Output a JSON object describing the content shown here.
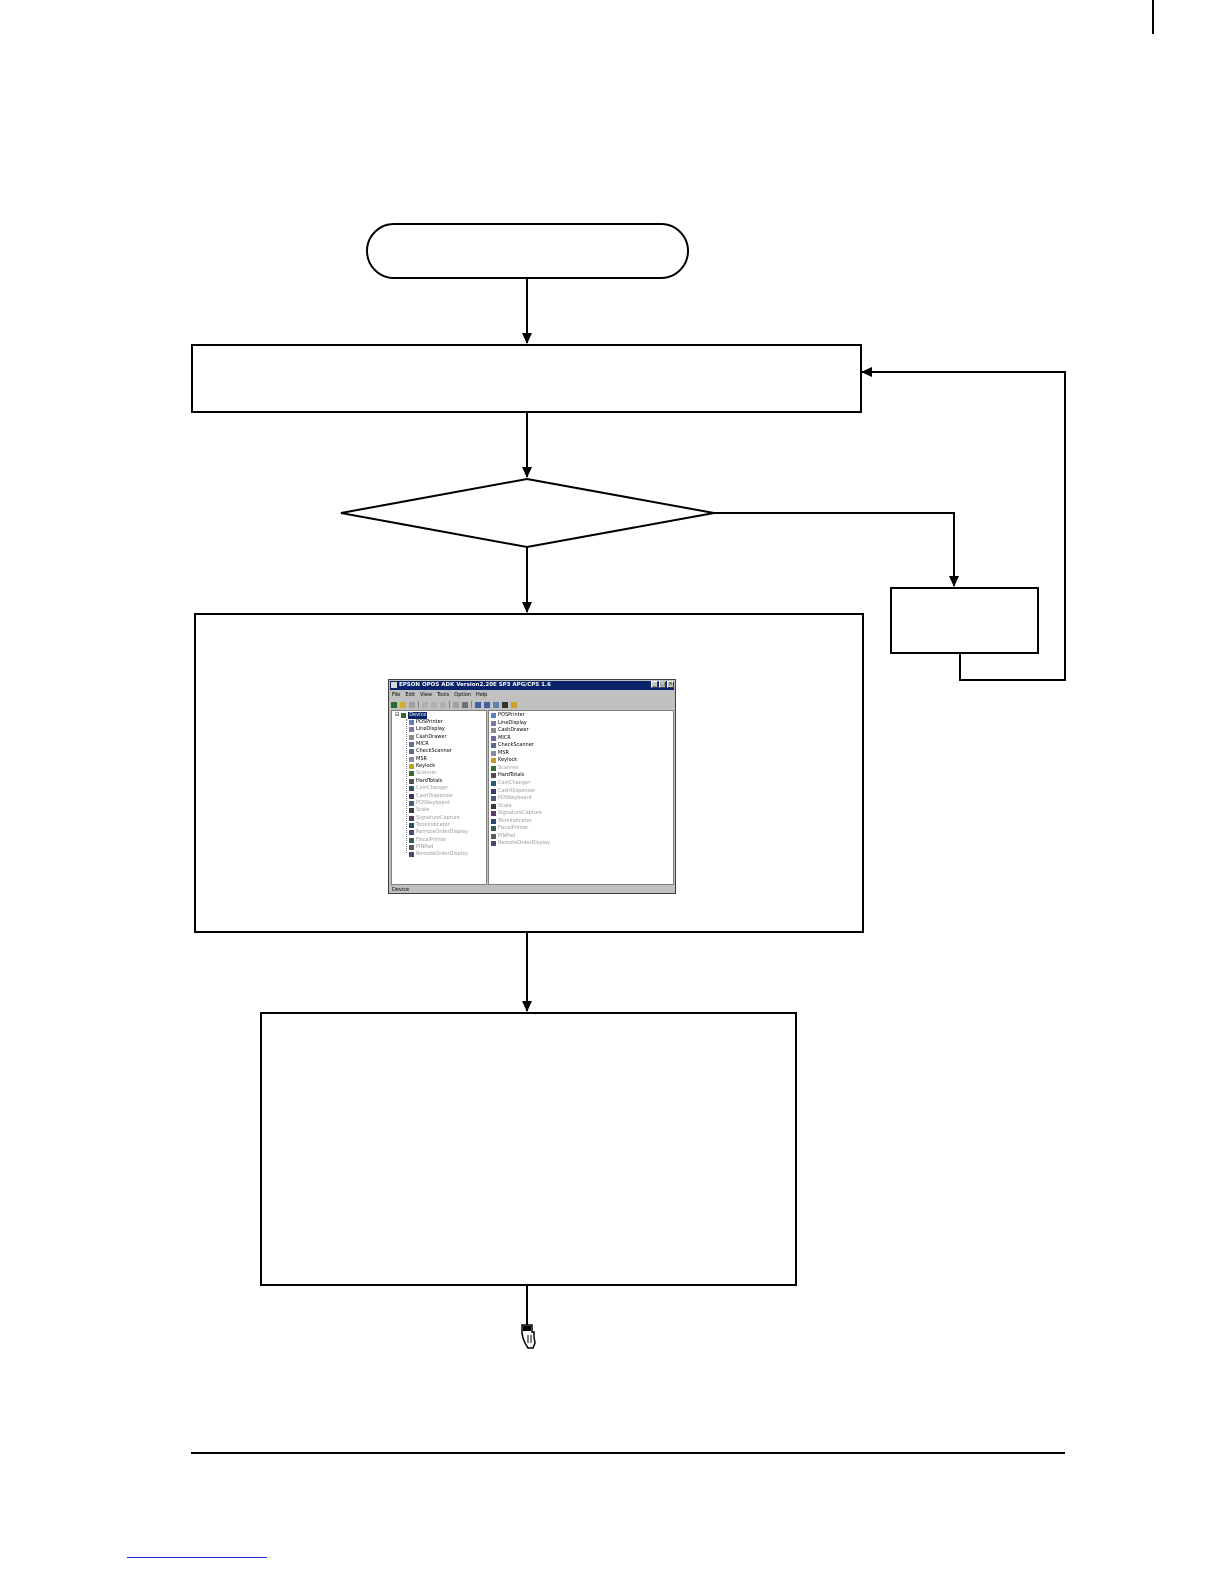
{
  "window": {
    "title": "EPSON OPOS ADK Version2.20E SP3 APG/CPS 1.6",
    "menu": [
      "File",
      "Edit",
      "View",
      "Tools",
      "Option",
      "Help"
    ],
    "controls": [
      "_",
      "□",
      "×"
    ],
    "status": "Device",
    "tree_root": "Device",
    "tree_items": [
      {
        "label": "POSPrinter",
        "enabled": true,
        "icon_color": "#5a7fc0"
      },
      {
        "label": "LineDisplay",
        "enabled": true,
        "icon_color": "#7a7aa0"
      },
      {
        "label": "CashDrawer",
        "enabled": true,
        "icon_color": "#8a8a8a"
      },
      {
        "label": "MICR",
        "enabled": true,
        "icon_color": "#6a6a9a"
      },
      {
        "label": "CheckScanner",
        "enabled": true,
        "icon_color": "#5a6a8a"
      },
      {
        "label": "MSR",
        "enabled": true,
        "icon_color": "#8a8aa0"
      },
      {
        "label": "Keylock",
        "enabled": true,
        "icon_color": "#c0a020"
      },
      {
        "label": "Scanner",
        "enabled": false,
        "icon_color": "#3a6a3a"
      },
      {
        "label": "HardTotals",
        "enabled": true,
        "icon_color": "#505050"
      },
      {
        "label": "CoinChanger",
        "enabled": false,
        "icon_color": "#2a5a6a"
      },
      {
        "label": "CashDispenser",
        "enabled": false,
        "icon_color": "#3a3a6a"
      },
      {
        "label": "POSKeyboard",
        "enabled": false,
        "icon_color": "#4a5a7a"
      },
      {
        "label": "Scale",
        "enabled": false,
        "icon_color": "#3a3a3a"
      },
      {
        "label": "SignatureCapture",
        "enabled": false,
        "icon_color": "#5a3a6a"
      },
      {
        "label": "ToneIndicator",
        "enabled": false,
        "icon_color": "#2a4a6a"
      },
      {
        "label": "RemoteOrderDisplay",
        "enabled": false,
        "icon_color": "#4a4a7a"
      },
      {
        "label": "FiscalPrinter",
        "enabled": false,
        "icon_color": "#3a5a5a"
      },
      {
        "label": "PINPad",
        "enabled": false,
        "icon_color": "#5a5a5a"
      },
      {
        "label": "RemoteOrderDisplay",
        "enabled": false,
        "icon_color": "#4a4a6a"
      }
    ],
    "list_items": [
      {
        "label": "POSPrinter",
        "enabled": true,
        "icon_color": "#5a7fc0"
      },
      {
        "label": "LineDisplay",
        "enabled": true,
        "icon_color": "#7a7aa0"
      },
      {
        "label": "CashDrawer",
        "enabled": true,
        "icon_color": "#8a8a8a"
      },
      {
        "label": "MICR",
        "enabled": true,
        "icon_color": "#6a6a9a"
      },
      {
        "label": "CheckScanner",
        "enabled": true,
        "icon_color": "#5a6a8a"
      },
      {
        "label": "MSR",
        "enabled": true,
        "icon_color": "#8a8aa0"
      },
      {
        "label": "Keylock",
        "enabled": true,
        "icon_color": "#c0a020"
      },
      {
        "label": "Scanner",
        "enabled": false,
        "icon_color": "#3a6a3a"
      },
      {
        "label": "HardTotals",
        "enabled": true,
        "icon_color": "#505050"
      },
      {
        "label": "CoinChanger",
        "enabled": false,
        "icon_color": "#2a5a6a"
      },
      {
        "label": "CashDispenser",
        "enabled": false,
        "icon_color": "#3a3a6a"
      },
      {
        "label": "POSKeyboard",
        "enabled": false,
        "icon_color": "#4a5a7a"
      },
      {
        "label": "Scale",
        "enabled": false,
        "icon_color": "#3a3a3a"
      },
      {
        "label": "SignatureCapture",
        "enabled": false,
        "icon_color": "#5a3a6a"
      },
      {
        "label": "ToneIndicator",
        "enabled": false,
        "icon_color": "#2a4a6a"
      },
      {
        "label": "FiscalPrinter",
        "enabled": false,
        "icon_color": "#3a5a5a"
      },
      {
        "label": "PINPad",
        "enabled": false,
        "icon_color": "#5a5a5a"
      },
      {
        "label": "RemoteOrderDisplay",
        "enabled": false,
        "icon_color": "#4a4a6a"
      }
    ]
  },
  "colors": {
    "title_bar": "#0a246a",
    "window_face": "#c0c0c0",
    "link_underline": "#1d2dd4",
    "line": "#000000"
  }
}
